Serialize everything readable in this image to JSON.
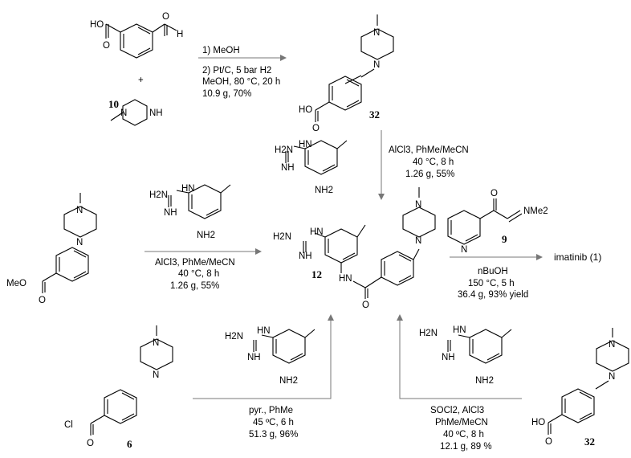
{
  "atoms": {
    "ho": "HO",
    "o": "O",
    "h": "H",
    "n": "N",
    "h2n": "H2N",
    "nh": "NH",
    "nh2": "NH2",
    "hn": "HN",
    "meo": "MeO",
    "cl": "Cl",
    "nme2": "NMe2"
  },
  "compounds": {
    "c10": "10",
    "c32": "32",
    "c12": "12",
    "c9": "9",
    "c6": "6",
    "imatinib": "imatinib (1)"
  },
  "plus": "+",
  "conditions": {
    "top": [
      "1) MeOH",
      "2) Pt/C, 5 bar H2",
      "MeOH, 80 °C, 20 h",
      "10.9 g, 70%"
    ],
    "vertical": [
      "AlCl3, PhMe/MeCN",
      "40 °C, 8 h",
      "1.26 g, 55%"
    ],
    "left": [
      "AlCl3, PhMe/MeCN",
      "40 °C, 8 h",
      "1.26 g, 55%"
    ],
    "right": [
      "nBuOH",
      "150 °C, 5 h",
      "36.4 g, 93% yield"
    ],
    "bottom_left": [
      "pyr., PhMe",
      "45 ºC, 6 h",
      "51.3 g, 96%"
    ],
    "bottom_right": [
      "SOCl2, AlCl3",
      "PhMe/MeCN",
      "40 ºC, 8 h",
      "12.1 g, 89 %"
    ]
  }
}
